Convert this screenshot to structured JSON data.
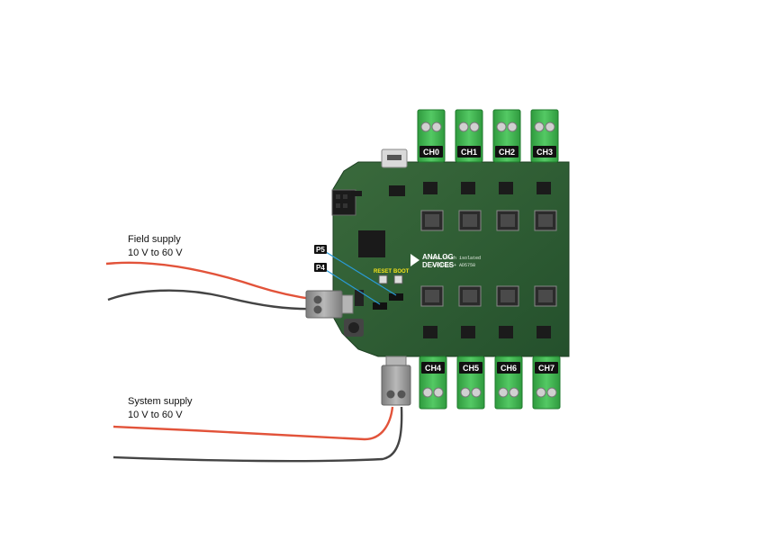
{
  "supplies": {
    "field": {
      "line1": "Field supply",
      "line2": "10 V to 60 V"
    },
    "system": {
      "line1": "System supply",
      "line2": "10 V to 60 V"
    }
  },
  "channels_top": [
    "CH0",
    "CH1",
    "CH2",
    "CH3"
  ],
  "channels_bottom": [
    "CH4",
    "CH5",
    "CH6",
    "CH7"
  ],
  "pins": {
    "p5": "P5",
    "p4": "P4"
  },
  "buttons": {
    "reset": "RESET",
    "boot": "BOOT"
  },
  "brand": {
    "line1": "ANALOG",
    "line2": "DEVICES"
  },
  "silkscreen": {
    "line1": "8ch ch-ch isolated",
    "line2": "ADP1031 + AD5758"
  },
  "colors": {
    "pcb": "#2d5a33",
    "terminal": "#3cb44a",
    "wire_red": "#e2533a",
    "wire_black": "#555555",
    "grey_connector": "#9a9a9a",
    "callout_line": "#2a9bd8"
  }
}
